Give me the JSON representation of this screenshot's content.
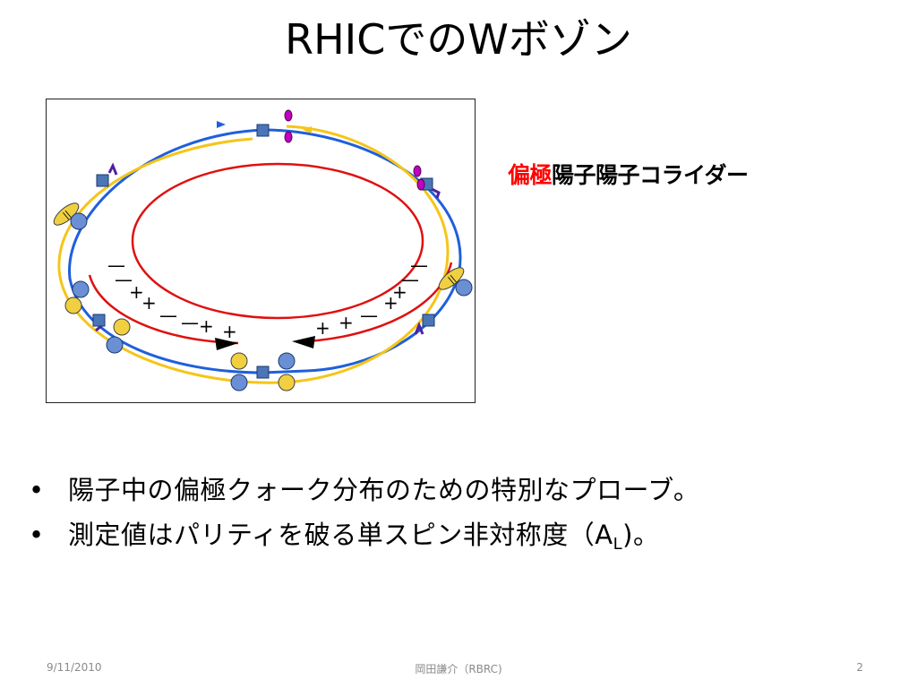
{
  "slide": {
    "title": "RHICでのWボゾン",
    "caption": {
      "highlight": "偏極",
      "rest": "陽子陽子コライダー"
    },
    "bullets": [
      {
        "text": "陽子中の偏極クォーク分布のための特別なプローブ。",
        "suffix": ""
      },
      {
        "text": "測定値はパリティを破る単スピン非対称度（A",
        "sub": "L",
        "suffix": ")。"
      }
    ],
    "bullet_glyph": "•"
  },
  "figure": {
    "minus_sign": "—",
    "plus_sign": "+",
    "polarizer_glyph": "||",
    "colors": {
      "ring_blue": "#1f5fdc",
      "ring_yellow": "#f5c518",
      "ring_red": "#e01010",
      "magnet": "#4a76b8",
      "spin_blue": "#6b8fd4",
      "spin_yellow": "#f0d040",
      "marker_magenta": "#c000c0"
    }
  },
  "footer": {
    "date": "9/11/2010",
    "author": "岡田謙介（RBRC)",
    "page": "2"
  }
}
